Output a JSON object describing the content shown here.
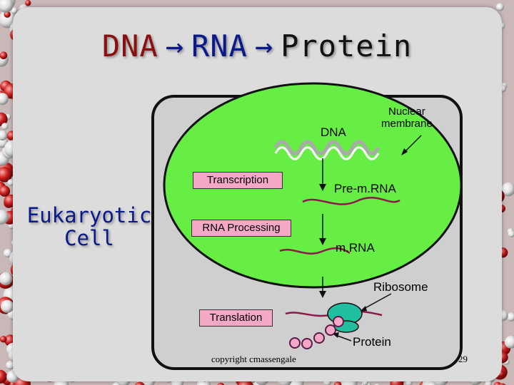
{
  "slide": {
    "title_dna": "DNA",
    "title_rna": "RNA",
    "title_protein": "Protein",
    "title_arrow": "→",
    "side_label_line1": "Eukaryotic",
    "side_label_line2": "Cell",
    "copyright": "copyright cmassengale",
    "page_number": "29"
  },
  "diagram": {
    "dna_label": "DNA",
    "nuclear_membrane_line1": "Nuclear",
    "nuclear_membrane_line2": "membrane",
    "transcription_label": "Transcription",
    "pre_mrna_label": "Pre-m.RNA",
    "rna_processing_label": "RNA Processing",
    "mrna_label": "m.RNA",
    "ribosome_label": "Ribosome",
    "translation_label": "Translation",
    "protein_label": "Protein"
  },
  "colors": {
    "nucleus_fill": "#66ee44",
    "box_fill": "#f5a8c6",
    "rna_strand": "#8b1a4a",
    "ribosome": "#1fbfa0",
    "protein_bead": "#f5a8c6"
  }
}
